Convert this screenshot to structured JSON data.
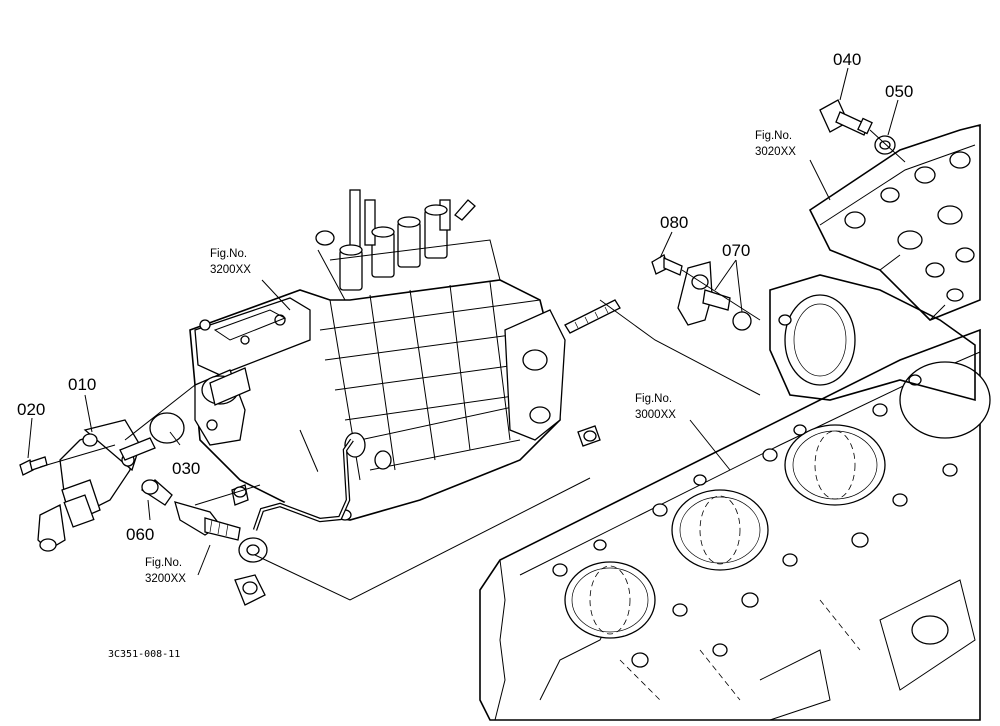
{
  "callouts": {
    "p010": "010",
    "p020": "020",
    "p030": "030",
    "p040": "040",
    "p050": "050",
    "p060": "060",
    "p070": "070",
    "p080": "080"
  },
  "references": {
    "pump_top": {
      "line1": "Fig.No.",
      "line2": "3200XX"
    },
    "pump_bottom": {
      "line1": "Fig.No.",
      "line2": "3200XX"
    },
    "head": {
      "line1": "Fig.No.",
      "line2": "3020XX"
    },
    "block": {
      "line1": "Fig.No.",
      "line2": "3000XX"
    }
  },
  "drawing_code": "3C351-008-11"
}
